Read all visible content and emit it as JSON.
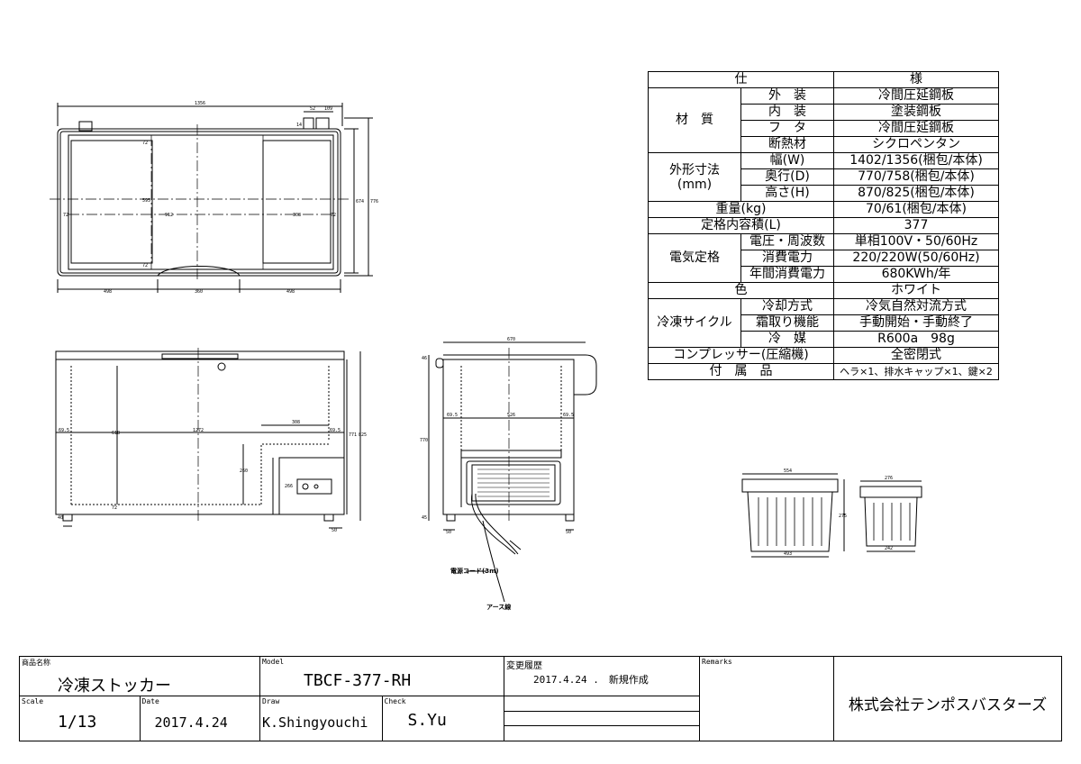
{
  "top_view": {
    "overall_width": "1356",
    "depth_total": "776",
    "depth_inner": "674",
    "hinge_a": "52",
    "hinge_b": "109",
    "small_14": "14",
    "dim_72a": "72",
    "dim_72b": "72",
    "dim_72c": "72",
    "dim_72d": "72",
    "dim_595": "595",
    "dim_912": "912",
    "dim_308": "308",
    "handle_left": "498",
    "handle_width": "360",
    "handle_right": "498"
  },
  "front_view": {
    "overall_width": "1272",
    "left_margin": "69.5",
    "right_margin": "69.5",
    "inner_height": "618",
    "step_width": "308",
    "step_height": "260",
    "compartment_height": "266",
    "base_72": "72",
    "base_40": "40",
    "bottom_50": "50",
    "height_771": "771",
    "height_825": "825"
  },
  "side_view": {
    "overall_depth": "670",
    "lid_46": "46",
    "left_margin": "69.5",
    "inner_depth": "526",
    "right_margin": "69.5",
    "height_770": "770",
    "foot_45": "45",
    "foot_50": "50",
    "foot_50b": "50",
    "cord_label": "電源コード(3m)",
    "earth_label": "アース線"
  },
  "basket_large": {
    "top_width": "554",
    "bottom_width": "493",
    "height": "275"
  },
  "basket_small": {
    "top_width": "276",
    "bottom_width": "242"
  },
  "spec_table": {
    "header": [
      "仕",
      "様"
    ],
    "rows": [
      {
        "group": "材　質",
        "item": "外　装",
        "value": "冷間圧延鋼板"
      },
      {
        "group": "",
        "item": "内　装",
        "value": "塗装鋼板"
      },
      {
        "group": "",
        "item": "フ　タ",
        "value": "冷間圧延鋼板"
      },
      {
        "group": "",
        "item": "断熱材",
        "value": "シクロペンタン"
      },
      {
        "group": "外形寸法\n(mm)",
        "item": "幅(W)",
        "value": "1402/1356(梱包/本体)"
      },
      {
        "group": "",
        "item": "奥行(D)",
        "value": "770/758(梱包/本体)"
      },
      {
        "group": "",
        "item": "高さ(H)",
        "value": "870/825(梱包/本体)"
      },
      {
        "group": "重量(kg)",
        "item": "",
        "value": "70/61(梱包/本体)"
      },
      {
        "group": "定格内容積(L)",
        "item": "",
        "value": "377"
      },
      {
        "group": "電気定格",
        "item": "電圧・周波数",
        "value": "単相100V・50/60Hz"
      },
      {
        "group": "",
        "item": "消費電力",
        "value": "220/220W(50/60Hz)"
      },
      {
        "group": "",
        "item": "年間消費電力",
        "value": "680KWh/年"
      },
      {
        "group": "色",
        "item": "",
        "value": "ホワイト"
      },
      {
        "group": "冷凍サイクル",
        "item": "冷却方式",
        "value": "冷気自然対流方式"
      },
      {
        "group": "",
        "item": "霜取り機能",
        "value": "手動開始・手動終了"
      },
      {
        "group": "",
        "item": "冷　媒",
        "value": "R600a　98g"
      },
      {
        "group": "コンプレッサー(圧縮機)",
        "item": "",
        "value": "全密閉式"
      },
      {
        "group": "付　属　品",
        "item": "",
        "value": "ヘラ×1、排水キャップ×1、鍵×2"
      }
    ]
  },
  "title_block": {
    "product_label": "商品名称",
    "product_name": "冷凍ストッカー",
    "model_label": "Model",
    "model": "TBCF-377-RH",
    "history_label": "変更履歴",
    "history_entry": "2017.4.24 .　新規作成",
    "remarks_label": "Remarks",
    "scale_label": "Scale",
    "scale": "1/13",
    "date_label": "Date",
    "date": "2017.4.24",
    "draw_label": "Draw",
    "drawer": "K.Shingyouchi",
    "check_label": "Check",
    "checker": "S.Yu",
    "company": "株式会社テンポスバスターズ"
  }
}
